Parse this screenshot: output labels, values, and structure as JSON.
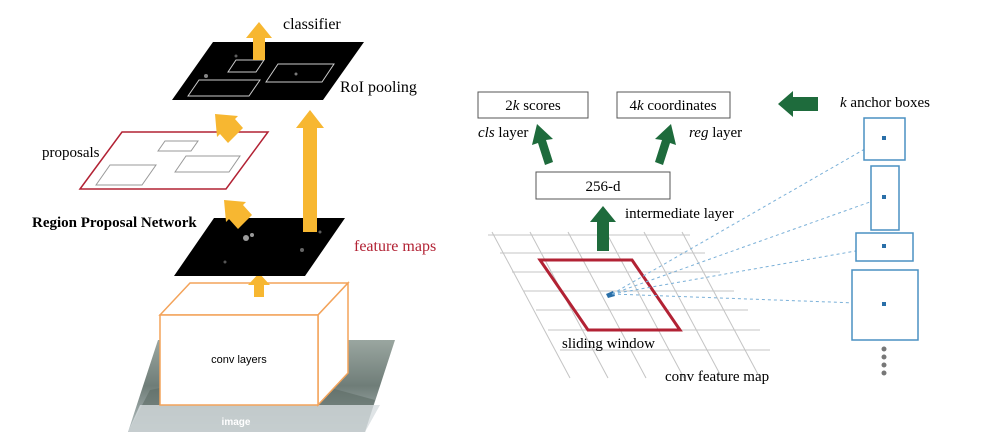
{
  "left": {
    "classifier": "classifier",
    "roi_pooling": "RoI pooling",
    "proposals": "proposals",
    "rpn": "Region Proposal Network",
    "feature_maps": "feature maps",
    "conv_layers": "conv layers",
    "image": "image"
  },
  "right": {
    "scores": {
      "pre": "2",
      "k": "k",
      "post": " scores"
    },
    "coordinates": {
      "pre": "4",
      "k": "k",
      "post": " coordinates"
    },
    "cls_layer": {
      "em": "cls",
      "post": " layer"
    },
    "reg_layer": {
      "em": "reg",
      "post": " layer"
    },
    "dim": "256-d",
    "intermediate": "intermediate layer",
    "anchor_boxes": {
      "k": "k",
      "post": " anchor boxes"
    },
    "sliding_window": "sliding window",
    "conv_feature_map": "conv feature map"
  },
  "colors": {
    "yellow_arrow": "#f7b731",
    "green_arrow": "#1e6b3c",
    "red_outline": "#b22234",
    "blue_anchor": "#4a90c2",
    "orange_box": "#f3a35a"
  }
}
